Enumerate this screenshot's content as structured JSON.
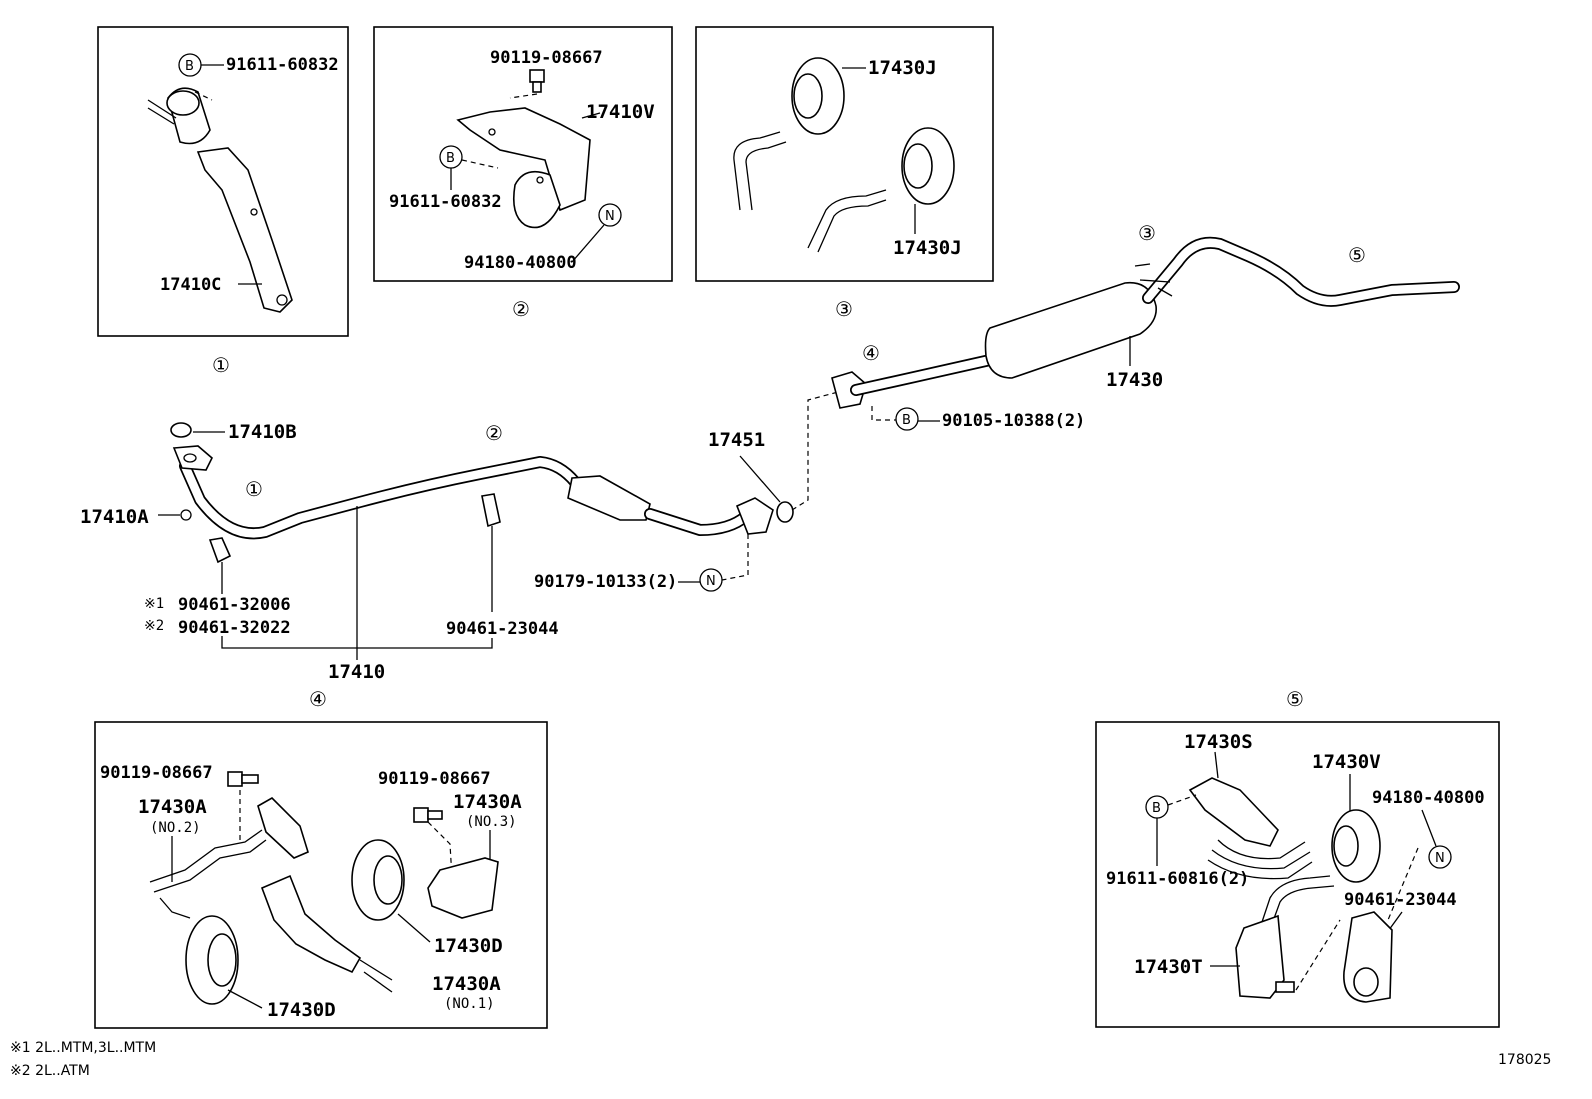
{
  "parts": {
    "p91611_60832_a": "91611-60832",
    "p17410C": "17410C",
    "p90119_08667_a": "90119-08667",
    "p17410V": "17410V",
    "p91611_60832_b": "91611-60832",
    "p94180_40800_a": "94180-40800",
    "p17430J_a": "17430J",
    "p17430J_b": "17430J",
    "p17410B": "17410B",
    "p17410A": "17410A",
    "p90461_32006": "90461-32006",
    "p90461_32022": "90461-32022",
    "p90461_23044_a": "90461-23044",
    "p17410": "17410",
    "p17451": "17451",
    "p90179_10133": "90179-10133(2)",
    "p90105_10388": "90105-10388(2)",
    "p17430": "17430",
    "p90119_08667_b": "90119-08667",
    "p17430A_no2": "17430A",
    "p90119_08667_c": "90119-08667",
    "p17430A_no3": "17430A",
    "p17430D_a": "17430D",
    "p17430A_no1": "17430A",
    "p17430D_b": "17430D",
    "p17430S": "17430S",
    "p17430V": "17430V",
    "p94180_40800_b": "94180-40800",
    "p91611_60816": "91611-60816(2)",
    "p90461_23044_b": "90461-23044",
    "p17430T": "17430T"
  },
  "subs": {
    "no2": "(NO.2)",
    "no3": "(NO.3)",
    "no1": "(NO.1)"
  },
  "marks": {
    "note1_mark": "※1",
    "note2_mark": "※2"
  },
  "callouts": {
    "c1": "①",
    "c2": "②",
    "c3": "③",
    "c4": "④",
    "c5": "⑤"
  },
  "letters": {
    "b": "B",
    "n": "N"
  },
  "notes": {
    "n1": "※1 2L..MTM,3L..MTM",
    "n2": "※2 2L..ATM"
  },
  "figure_id": "178025"
}
